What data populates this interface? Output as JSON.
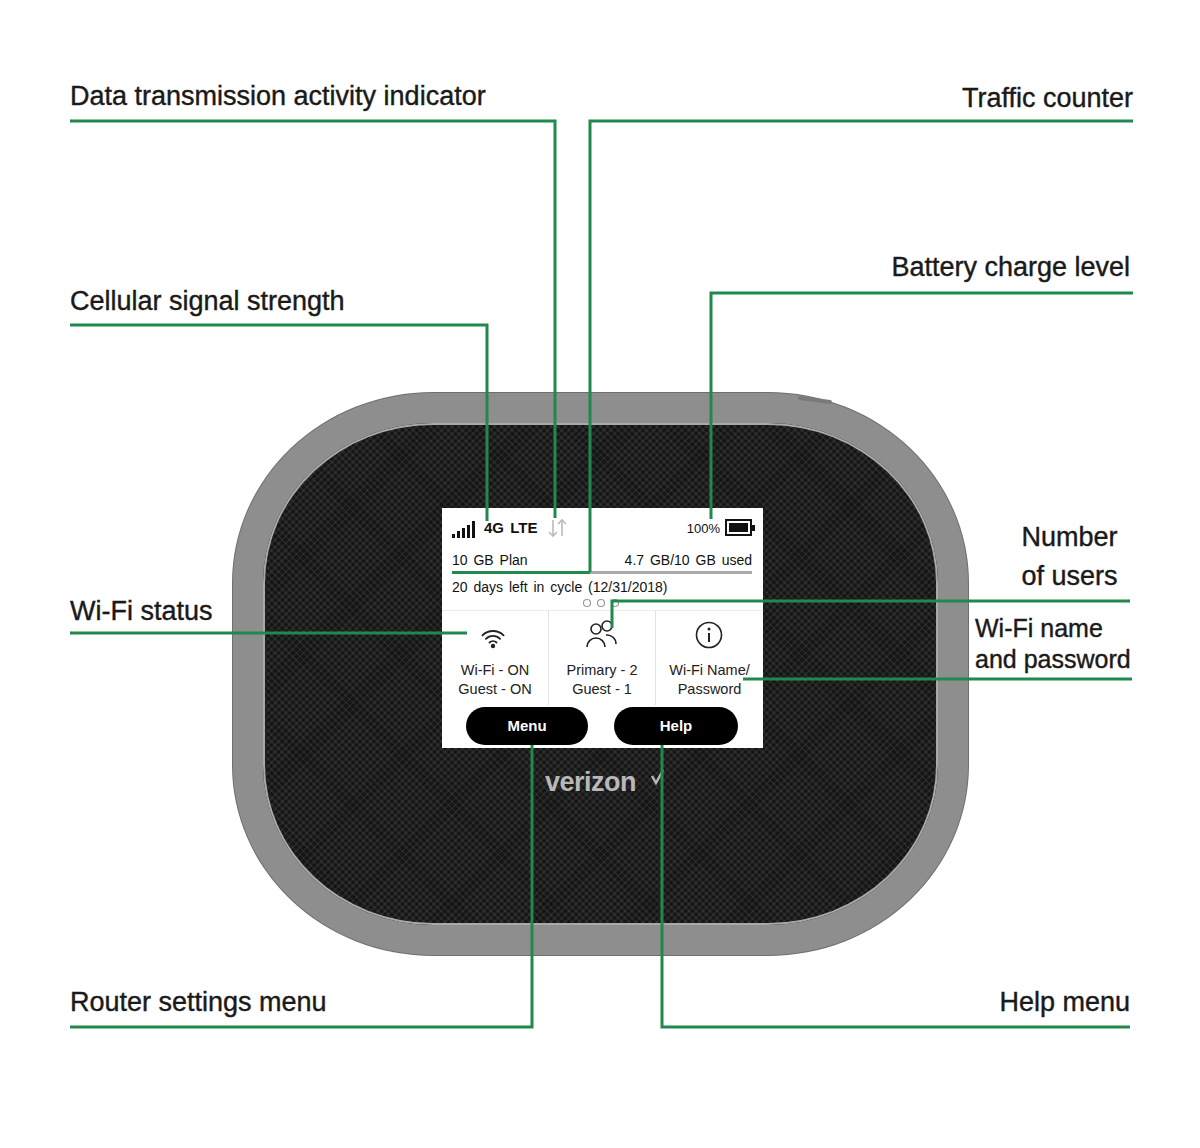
{
  "diagram": {
    "nodes": [
      {
        "text": [
          "verizon"
        ]
      },
      {
        "text": [
          "4G LTE",
          "100%",
          "10 GB Plan",
          "4.7 GB/10 GB used",
          "20 days left in cycle (12/31/2018)"
        ],
        "in": 0
      },
      {
        "text": [
          "Wi-Fi - ON Guest - ON"
        ],
        "in": 1
      },
      {
        "text": [
          "Primary - 2 Guest - 1"
        ],
        "in": 1
      },
      {
        "text": [
          "Wi-Fi Name/ Password"
        ],
        "in": 1
      },
      {
        "text": [
          "Menu"
        ],
        "in": 1
      },
      {
        "text": [
          "Help"
        ],
        "in": 1
      }
    ],
    "labels": [
      "Data transmission activity indicator",
      "Traffic counter",
      "Cellular signal strength",
      "Battery charge level",
      "Number of users",
      "Wi-Fi status",
      "Wi-Fi name and password",
      "Router settings menu",
      "Help menu"
    ]
  }
}
